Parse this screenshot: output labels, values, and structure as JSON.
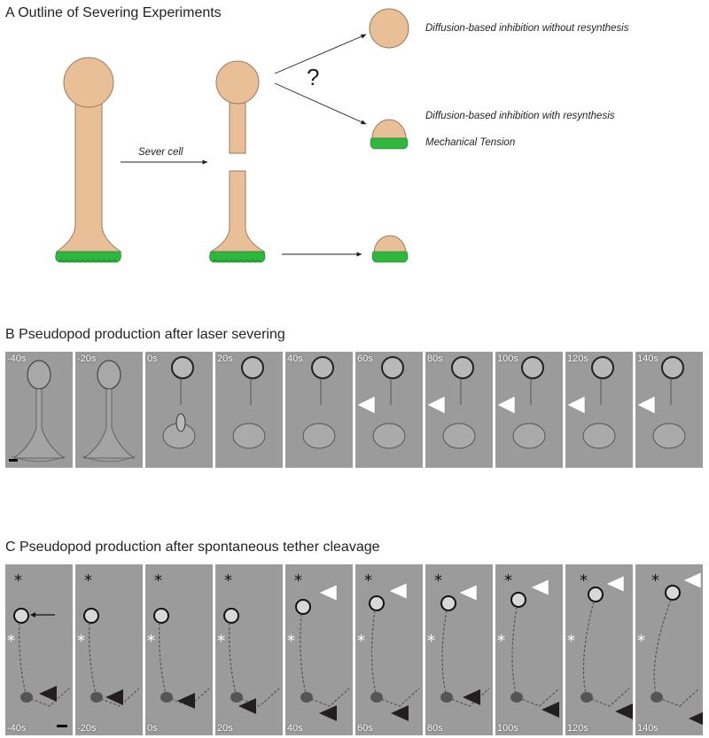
{
  "section_a": {
    "heading": "A  Outline of Severing Experiments",
    "sever_label": "Sever cell",
    "question_mark": "?",
    "outcomes": [
      "Diffusion-based inhibition without resynthesis",
      "Diffusion-based inhibition with resynthesis",
      "Mechanical Tension"
    ]
  },
  "section_b": {
    "heading": "B  Pseudopod production after laser severing",
    "timepoints": [
      "-40s",
      "-20s",
      "0s",
      "20s",
      "40s",
      "60s",
      "80s",
      "100s",
      "120s",
      "140s"
    ]
  },
  "section_c": {
    "heading": "C  Pseudopod production after spontaneous tether cleavage",
    "timepoints": [
      "-40s",
      "-20s",
      "0s",
      "20s",
      "40s",
      "60s",
      "80s",
      "100s",
      "120s",
      "140s"
    ]
  },
  "colors": {
    "cell_fill": "#e9bf98",
    "cell_stroke": "#9a7a5e",
    "pseudopod_green": "#2fb63f",
    "micro_background": "#9b9b9b",
    "arrowhead_white": "#ffffff",
    "arrowhead_black": "#231f20"
  }
}
